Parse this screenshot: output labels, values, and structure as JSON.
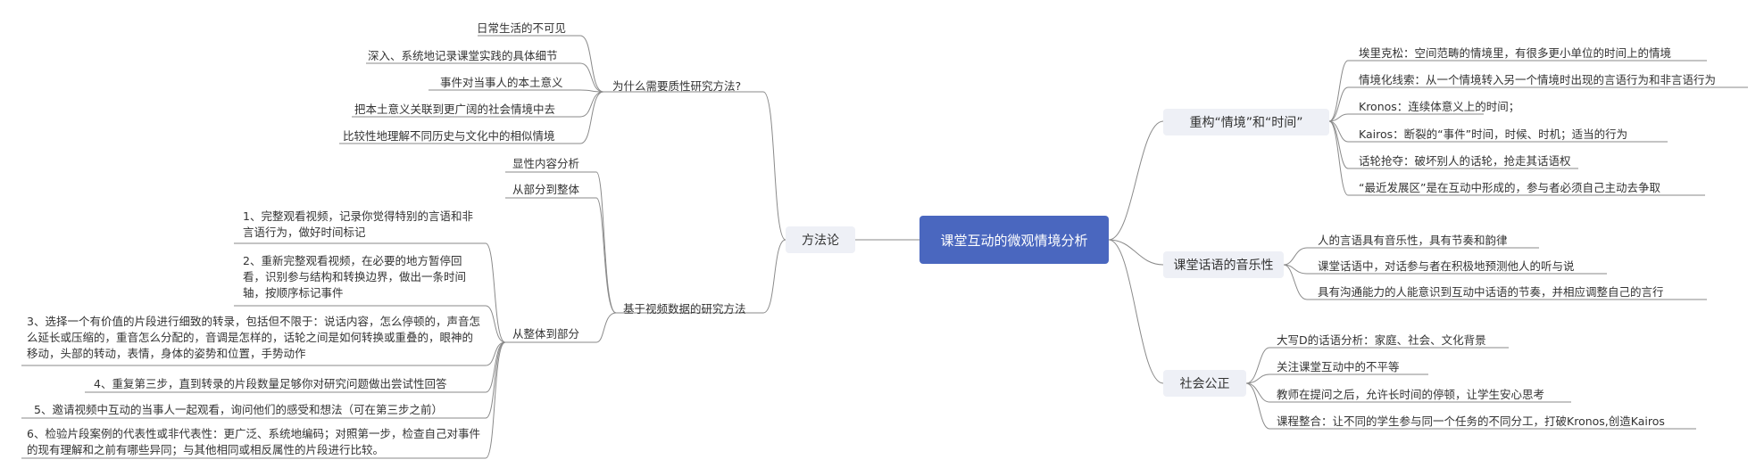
{
  "root": "课堂互动的微观情境分析",
  "right": {
    "b1": {
      "label": "重构“情境”和“时间”",
      "items": [
        "埃里克松：空间范畴的情境里，有很多更小单位的时间上的情境",
        "情境化线索：从一个情境转入另一个情境时出现的言语行为和非言语行为",
        "Kronos：连续体意义上的时间；",
        "Kairos：断裂的“事件”时间，时候、时机；适当的行为",
        "话轮抢夺：破坏别人的话轮，抢走其话语权",
        "“最近发展区”是在互动中形成的，参与者必须自己主动去争取"
      ]
    },
    "b2": {
      "label": "课堂话语的音乐性",
      "items": [
        "人的言语具有音乐性，具有节奏和韵律",
        "课堂话语中，对话参与者在积极地预测他人的听与说",
        "具有沟通能力的人能意识到互动中话语的节奏，并相应调整自己的言行"
      ]
    },
    "b3": {
      "label": "社会公正",
      "items": [
        "大写D的话语分析：家庭、社会、文化背景",
        "关注课堂互动中的不平等",
        "教师在提问之后，允许长时间的停顿，让学生安心思考",
        "课程整合：让不同的学生参与同一个任务的不同分工，打破Kronos,创造Kairos"
      ]
    }
  },
  "left": {
    "label": "方法论",
    "why": {
      "label": "为什么需要质性研究方法?",
      "items": [
        "日常生活的不可见",
        "深入、系统地记录课堂实践的具体细节",
        "事件对当事人的本土意义",
        "把本土意义关联到更广阔的社会情境中去",
        "比较性地理解不同历史与文化中的相似情境"
      ]
    },
    "video": {
      "label": "基于视频数据的研究方法",
      "s1": "显性内容分析",
      "s2": "从部分到整体",
      "s3": "从整体到部分",
      "steps": [
        "1、完整观看视频，记录你觉得特别的言语和非言语行为，做好时间标记",
        "2、重新完整观看视频，在必要的地方暂停回看，识别参与结构和转换边界，做出一条时间轴，按顺序标记事件",
        "3、选择一个有价值的片段进行细致的转录，包括但不限于：说话内容，怎么停顿的，声音怎么延长或压缩的，重音怎么分配的，音调是怎样的，话轮之间是如何转换或重叠的，眼神的移动，头部的转动，表情，身体的姿势和位置，手势动作",
        "4、重复第三步，直到转录的片段数量足够你对研究问题做出尝试性回答",
        "5、邀请视频中互动的当事人一起观看，询问他们的感受和想法（可在第三步之前）",
        "6、检验片段案例的代表性或非代表性：更广泛、系统地编码；对照第一步，检查自己对事件的现有理解和之前有哪些异同；与其他相同或相反属性的片段进行比较。"
      ]
    }
  },
  "colors": {
    "root": "#4a67bf",
    "branch_bg": "#eef0f6",
    "line": "#8a8a8a"
  }
}
